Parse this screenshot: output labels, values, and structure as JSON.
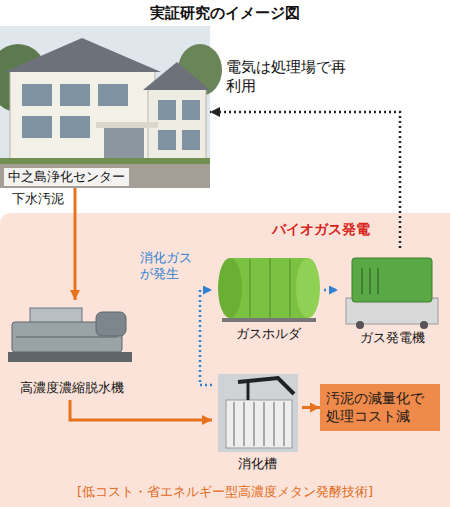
{
  "diagram": {
    "title": "実証研究のイメージ図",
    "nodes": [
      {
        "text": [
          "中之島浄化センター"
        ]
      },
      {
        "text": [
          "バイオガス発電",
          "[低コスト・省エネルギー型高濃度メタン発酵技術]"
        ]
      },
      {
        "text": [
          "高濃度濃縮脱水機"
        ],
        "in": 1
      },
      {
        "text": [
          "ガスホルダ"
        ],
        "in": 1
      },
      {
        "text": [
          "ガス発電機"
        ],
        "in": 1
      },
      {
        "text": [
          "消化槽"
        ],
        "in": 1
      },
      {
        "text": [
          "汚泥の減量化で処理コスト減"
        ],
        "in": 1
      }
    ],
    "edges": [
      {
        "from": 0,
        "to": 2,
        "arrow": "to",
        "label": "下水汚泥"
      },
      {
        "from": 2,
        "to": 5,
        "arrow": "to"
      },
      {
        "from": 5,
        "to": 3,
        "arrow": "to",
        "label": "消化ガスが発生"
      },
      {
        "from": 3,
        "to": 4,
        "arrow": "to"
      },
      {
        "from": 4,
        "to": 0,
        "arrow": "to",
        "label": "電気は処理場で再利用"
      },
      {
        "from": 5,
        "to": 6,
        "arrow": "to"
      }
    ]
  }
}
